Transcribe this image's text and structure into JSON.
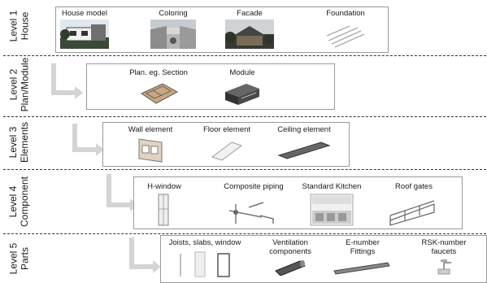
{
  "levels": [
    {
      "line1": "Level 1",
      "line2": "House"
    },
    {
      "line1": "Level 2",
      "line2": "Plan/Module"
    },
    {
      "line1": "Level 3",
      "line2": "Elements"
    },
    {
      "line1": "Level 4",
      "line2": "Component"
    },
    {
      "line1": "Level 5",
      "line2": "Parts"
    }
  ],
  "level1": {
    "house_model": "House model",
    "coloring": "Coloring",
    "facade": "Facade",
    "foundation": "Foundation"
  },
  "level2": {
    "plan": "Plan. eg. Section",
    "module": "Module"
  },
  "level3": {
    "wall": "Wall element",
    "floor": "Floor element",
    "ceiling": "Ceiling element"
  },
  "level4": {
    "hwindow": "H-window",
    "piping": "Composite piping",
    "kitchen": "Standard Kitchen",
    "roofgates": "Roof gates"
  },
  "level5": {
    "joists": "Joists, slabs, window",
    "ventilation_1": "Ventilation",
    "ventilation_2": "components",
    "enumber_1": "E-number",
    "enumber_2": "Fittings",
    "rsk_1": "RSK-number",
    "rsk_2": "faucets"
  }
}
